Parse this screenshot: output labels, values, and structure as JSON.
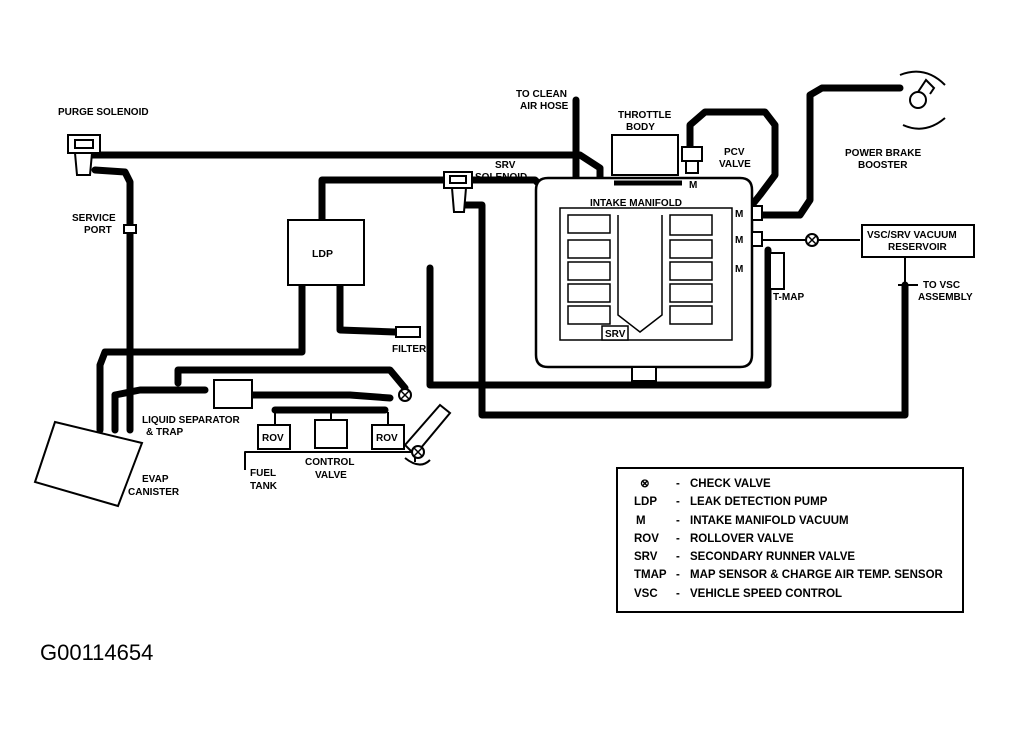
{
  "labels": {
    "purge_solenoid": "PURGE SOLENOID",
    "service_port_1": "SERVICE",
    "service_port_2": "PORT",
    "ldp": "LDP",
    "filter": "FILTER",
    "liquid_sep_1": "LIQUID SEPARATOR",
    "liquid_sep_2": "& TRAP",
    "evap_1": "EVAP",
    "evap_2": "CANISTER",
    "rov_left": "ROV",
    "rov_right": "ROV",
    "fuel_tank_1": "FUEL",
    "fuel_tank_2": "TANK",
    "control_valve_1": "CONTROL",
    "control_valve_2": "VALVE",
    "clean_air_1": "TO CLEAN",
    "clean_air_2": "AIR HOSE",
    "throttle_1": "THROTTLE",
    "throttle_2": "BODY",
    "pcv_1": "PCV",
    "pcv_2": "VALVE",
    "srv_sol_1": "SRV",
    "srv_sol_2": "SOLENOID",
    "intake_manifold": "INTAKE MANIFOLD",
    "srv_inner": "SRV",
    "m_top": "M",
    "m1": "M",
    "m2": "M",
    "m3": "M",
    "tmap": "T-MAP",
    "brake_1": "POWER BRAKE",
    "brake_2": "BOOSTER",
    "vsc_res_1": "VSC/SRV VACUUM",
    "vsc_res_2": "RESERVOIR",
    "to_vsc_1": "TO VSC",
    "to_vsc_2": "ASSEMBLY"
  },
  "legend": [
    {
      "code": "⊗",
      "dash": "-",
      "text": "CHECK VALVE"
    },
    {
      "code": "LDP",
      "dash": "-",
      "text": "LEAK DETECTION PUMP"
    },
    {
      "code": "M",
      "dash": "-",
      "text": "INTAKE MANIFOLD VACUUM"
    },
    {
      "code": "ROV",
      "dash": "-",
      "text": "ROLLOVER VALVE"
    },
    {
      "code": "SRV",
      "dash": "-",
      "text": "SECONDARY RUNNER VALVE"
    },
    {
      "code": "TMAP",
      "dash": "-",
      "text": "MAP SENSOR & CHARGE AIR TEMP. SENSOR"
    },
    {
      "code": "VSC",
      "dash": "-",
      "text": "VEHICLE SPEED CONTROL"
    }
  ],
  "figure_code": "G00114654"
}
